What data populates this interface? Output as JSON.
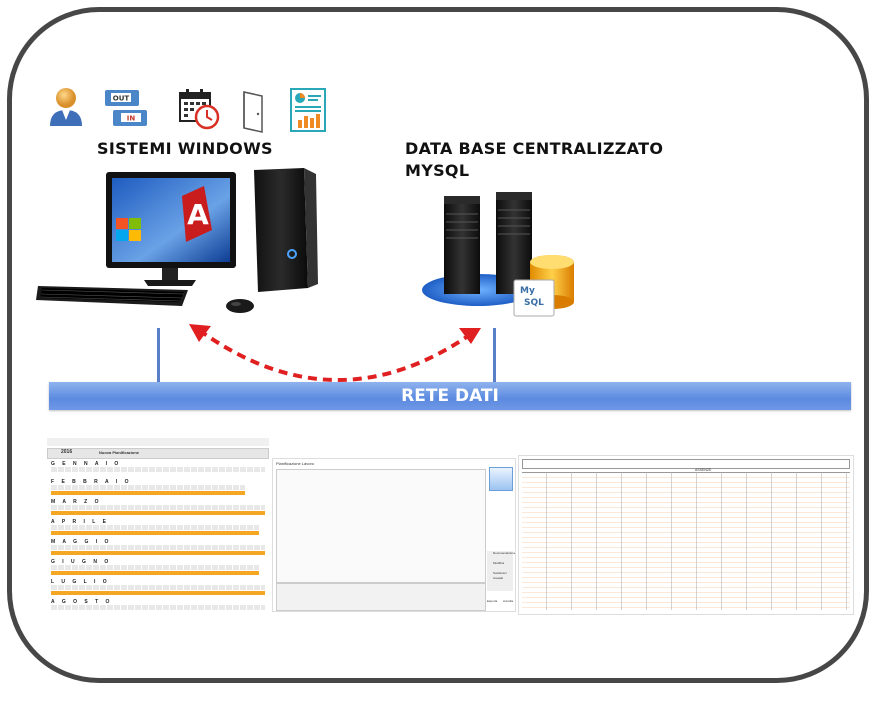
{
  "captions": {
    "windows": "SISTEMI WINDOWS",
    "database_line1": "DATA BASE CENTRALIZZATO",
    "database_line2": "MYSQL",
    "network": "RETE DATI"
  },
  "icons": [
    "user-icon",
    "out-in-icon",
    "calendar-clock-icon",
    "door-icon",
    "report-icon"
  ],
  "db_logo": {
    "line1": "My",
    "line2": "SQL"
  },
  "screens": {
    "planner": {
      "year": "2016",
      "new_button": "Nuova Pianificazione",
      "months": [
        "G E N N A I O",
        "F E B B R A I O",
        "M A R Z O",
        "A P R I L E",
        "M A G G I O",
        "G I U G N O",
        "L U G L I O",
        "A G O S T O"
      ]
    },
    "form": {
      "title": "Pianificazione Lavoro",
      "side_buttons": [
        "Documentazione",
        "Modifica",
        "Sostituisci Causali"
      ],
      "bottom_buttons": [
        "Esporta",
        "Annulla"
      ]
    },
    "report": {
      "header": "ASSENZE"
    }
  },
  "colors": {
    "frame": "#474747",
    "network_bar": "#6f98e6",
    "arrow": "#e02020",
    "accent_orange": "#f5a623"
  }
}
